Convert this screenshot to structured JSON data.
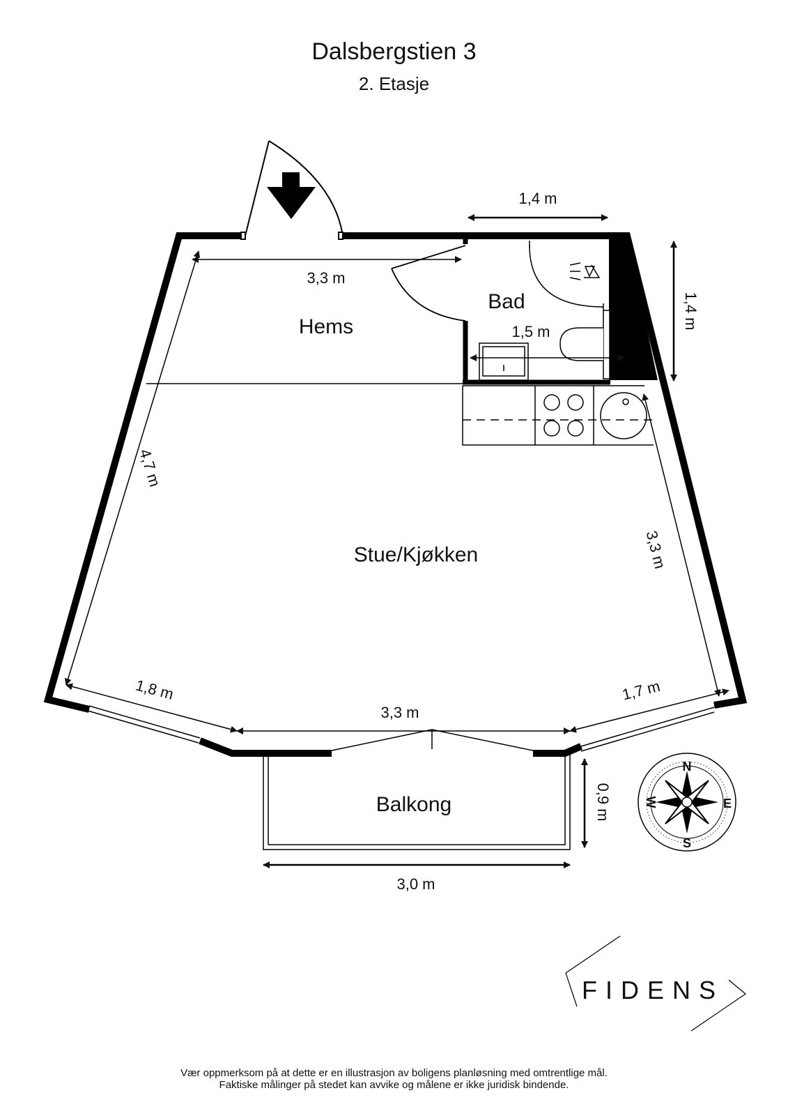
{
  "header": {
    "title": "Dalsbergstien 3",
    "subtitle": "2. Etasje"
  },
  "rooms": {
    "hems": "Hems",
    "bad": "Bad",
    "stue": "Stue/Kjøkken",
    "balkong": "Balkong"
  },
  "dimensions": {
    "bad_top": "1,4 m",
    "bad_right": "1,4 m",
    "hems_width": "3,3 m",
    "bad_inner": "1,5 m",
    "left_wall": "4,7 m",
    "right_wall": "3,3 m",
    "bottom_left": "1,8 m",
    "bottom_mid": "3,3 m",
    "bottom_right": "1,7 m",
    "balkong_depth": "0,9 m",
    "balkong_width": "3,0 m"
  },
  "compass": {
    "n": "N",
    "e": "E",
    "s": "S",
    "w": "W"
  },
  "brand": {
    "logo": "FIDENS"
  },
  "footer": {
    "line1": "Vær oppmerksom på at dette er en illustrasjon av boligens planløsning med omtrentlige mål.",
    "line2": "Faktiske målinger på stedet kan avvike og målene er ikke juridisk bindende."
  }
}
